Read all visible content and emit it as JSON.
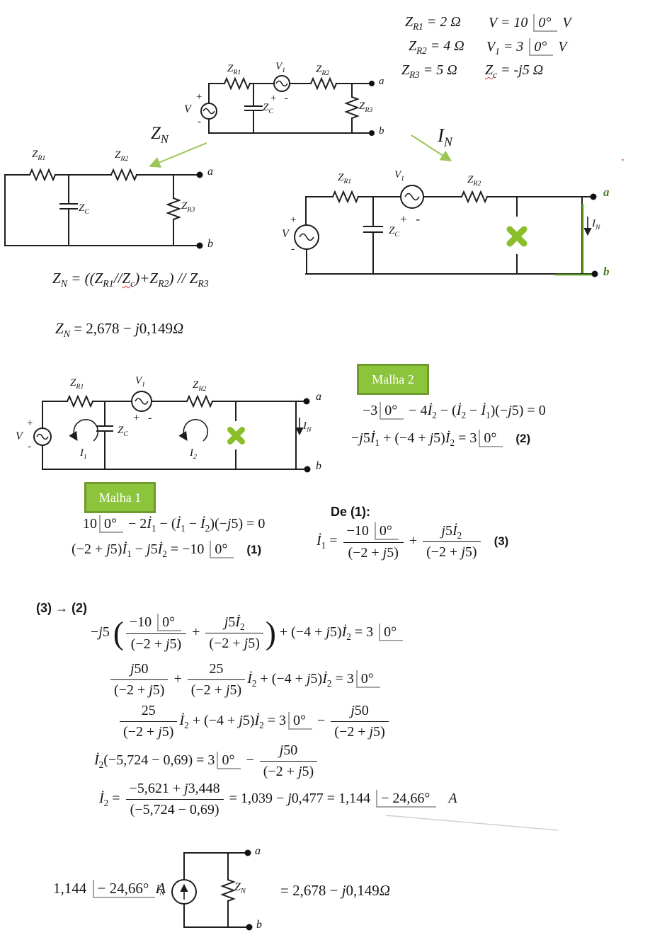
{
  "labels": {
    "v": "V",
    "v1": "V<sub>1</sub>",
    "zr1": "Z<sub>R1</sub>",
    "zr2": "Z<sub>R2</sub>",
    "zr3": "Z<sub>R3</sub>",
    "zc": "Z<sub>C</sub>",
    "zn": "Z<sub>N</sub>",
    "in": "I<sub>N</sub>",
    "i1": "I<sub>1</sub>",
    "i2": "I<sub>2</sub>",
    "a": "a",
    "b": "b",
    "plus": "+",
    "minus": "-",
    "pm": "+&nbsp;&nbsp;&nbsp;-"
  },
  "params": {
    "r1_left": "Z<sub>R1</sub> = 2 Ω",
    "r1_right": "V = 10 <span class='ang'>0°</span> V",
    "r2_left": "Z<sub>R2</sub> = 4 Ω",
    "r2_right": "V<sub>1</sub> = 3 <span class='ang'>0°</span> V",
    "r3_left": "Z<sub>R3</sub> = 5 Ω",
    "r3_right": "<span class='sq'>Z<sub>c</sub></span> = -j5 Ω"
  },
  "pointers": {
    "zn": "Z<sub>N</sub>",
    "in": "I<sub>N</sub>"
  },
  "zn_section": {
    "formula": "<i>Z<sub>N</sub></i> = ((<i>Z<sub>R1</sub></i>//<span class='sq'><i>Z<sub>c</sub></i></span>)+<i>Z<sub>R2</sub></i>) // <i>Z<sub>R3</sub></i>",
    "value": "<i>Z<sub>N</sub></i> = 2,678 − <i>j</i>0,149<i>Ω</i>"
  },
  "malha2": {
    "title": "Malha 2",
    "eq1": "−3<span class='ang'>0°</span> − 4<i>İ</i><sub>2</sub> − (<i>İ</i><sub>2</sub> − <i>İ</i><sub>1</sub>)(−<i>j</i>5) = 0",
    "eq2": "−<i>j</i>5<i>İ</i><sub>1</sub> + (−4 + <i>j</i>5)<i>İ</i><sub>2</sub> = 3<span class='ang'>0°</span><b class='tag'>(2)</b>"
  },
  "malha1": {
    "title": "Malha 1",
    "eq1": "10<span class='ang'>0°</span> − 2<i>İ</i><sub>1</sub> − (<i>İ</i><sub>1</sub> − <i>İ</i><sub>2</sub>)(−<i>j</i>5) = 0",
    "eq2": "(−2 + <i>j</i>5)<i>İ</i><sub>1</sub> − <i>j</i>5<i>İ</i><sub>2</sub> = −10 <span class='ang'>0°</span><b class='tag'>(1)</b>"
  },
  "de1": {
    "label": "De (1):",
    "eq": "<i>İ</i><sub>1</sub> = <span class='fr'><span class='nu'>−10 <span class='ang'>0°</span></span><span class='de'>(−2 + <i>j</i>5)</span></span> + <span class='fr'><span class='nu'><i>j</i>5<i>İ</i><sub>2</sub></span><span class='de'>(−2 + <i>j</i>5)</span></span><b class='tag'>(3)</b>"
  },
  "deriv": {
    "label": "(3) → (2)",
    "step1": "−<i>j</i>5 <span class='bp'>(</span><span class='fr'><span class='nu'>−10 <span class='ang'>0°</span></span><span class='de'>(−2 + <i>j</i>5)</span></span> + <span class='fr'><span class='nu'><i>j</i>5<i>İ</i><sub>2</sub></span><span class='de'>(−2 + <i>j</i>5)</span></span><span class='bp'>)</span> + (−4 + <i>j</i>5)<i>İ</i><sub>2</sub> = 3 <span class='ang'>0°</span>",
    "step2": "<span class='fr'><span class='nu'><i>j</i>50</span><span class='de'>(−2 + <i>j</i>5)</span></span> + <span class='fr'><span class='nu'>25</span><span class='de'>(−2 + <i>j</i>5)</span></span><i>İ</i><sub>2</sub> + (−4 + <i>j</i>5)<i>İ</i><sub>2</sub> = 3<span class='ang'>0°</span>",
    "step3": "<span class='fr'><span class='nu'>25</span><span class='de'>(−2 + <i>j</i>5)</span></span><i>İ</i><sub>2</sub> + (−4 + <i>j</i>5)<i>İ</i><sub>2</sub> = 3<span class='ang'>0°</span> − <span class='fr'><span class='nu'><i>j</i>50</span><span class='de'>(−2 + <i>j</i>5)</span></span>",
    "step4": "<i>İ</i><sub>2</sub>(−5,724 − 0,69) = 3<span class='ang'>0°</span> − <span class='fr'><span class='nu'><i>j</i>50</span><span class='de'>(−2 + <i>j</i>5)</span></span>",
    "step5": "<i>İ</i><sub>2</sub> = <span class='fr'><span class='nu'>−5,621 + <i>j</i>3,448</span><span class='de'>(−5,724 − 0,69)</span></span> = 1,039 − <i>j</i>0,477 = 1,144 <span class='ang'>− 24,66°</span>&nbsp;&nbsp;&nbsp;<i>A</i>"
  },
  "result": {
    "current": "1,144 <span class='ang'>− 24,66°</span><i>A</i>",
    "impedance": "= 2,678 − <i>j</i>0,149<i>Ω</i>"
  }
}
